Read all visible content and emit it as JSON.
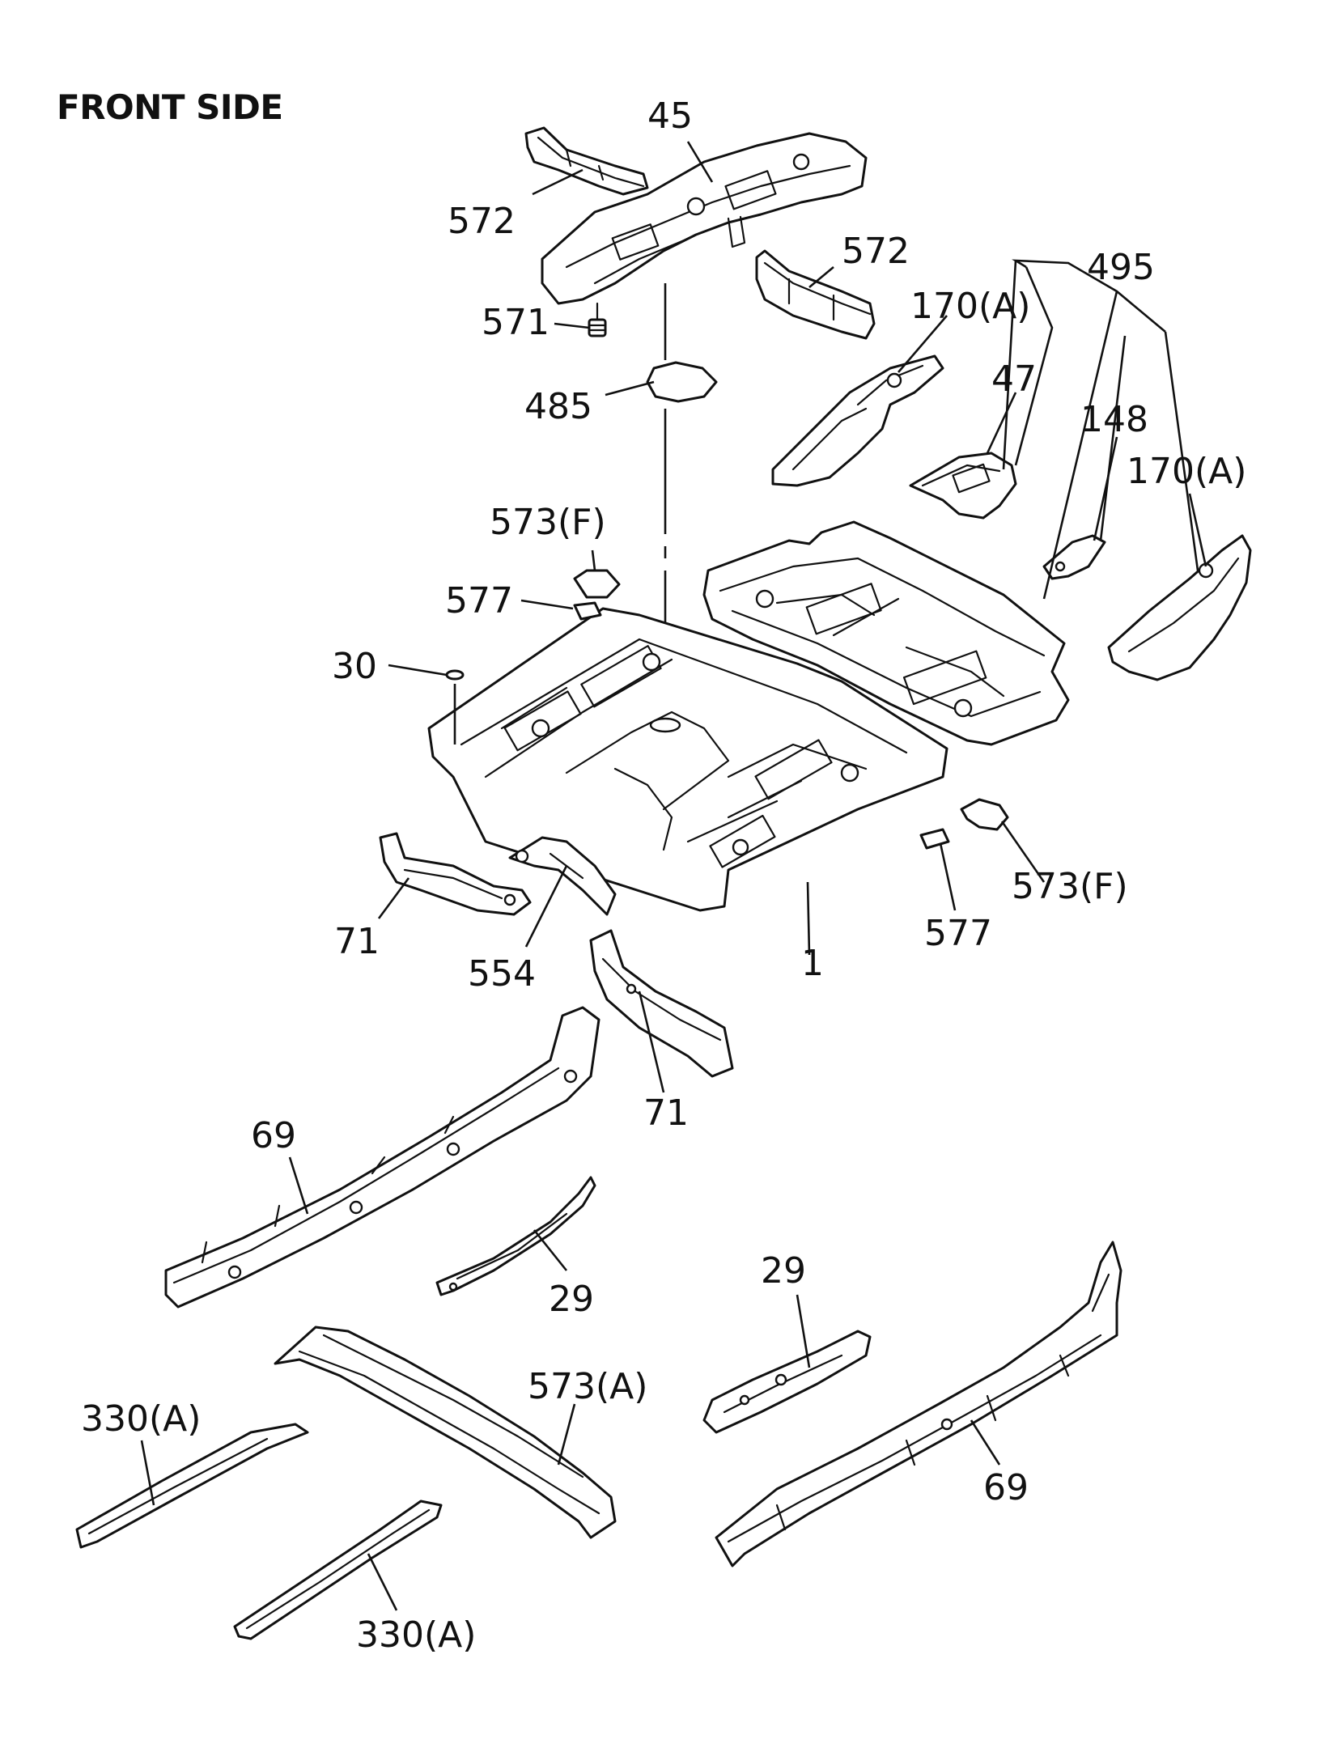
{
  "header": {
    "title": "FRONT SIDE"
  },
  "callouts": {
    "c45": "45",
    "c572a": "572",
    "c572b": "572",
    "c571": "571",
    "c485": "485",
    "c495": "495",
    "c170a_1": "170(A)",
    "c47": "47",
    "c148": "148",
    "c170a_2": "170(A)",
    "c573f_1": "573(F)",
    "c577_1": "577",
    "c30": "30",
    "c1": "1",
    "c573f_2": "573(F)",
    "c577_2": "577",
    "c71_1": "71",
    "c554": "554",
    "c71_2": "71",
    "c69_1": "69",
    "c29_1": "29",
    "c29_2": "29",
    "c573a": "573(A)",
    "c330a_1": "330(A)",
    "c330a_2": "330(A)",
    "c69_2": "69"
  }
}
